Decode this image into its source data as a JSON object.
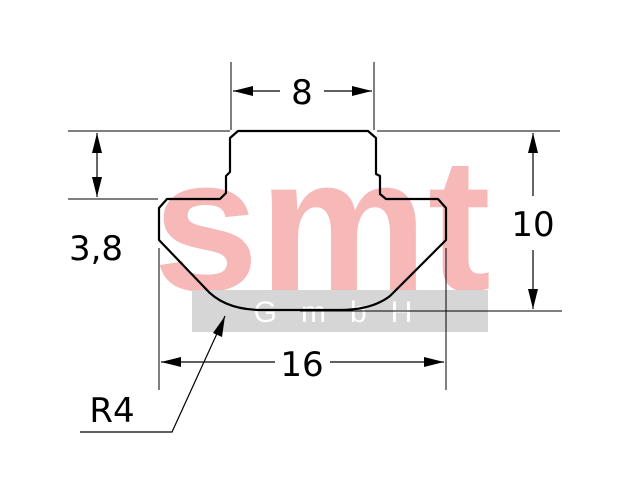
{
  "watermark": {
    "brand": "smt",
    "sub": "GmbH",
    "brand_color": "#f7b8b8",
    "band_color": "#d6d6d6",
    "sub_color": "#ffffff"
  },
  "dimensions": {
    "top_width": "8",
    "neck_height": "3,8",
    "total_height": "10",
    "total_width": "16",
    "radius": "R4"
  },
  "colors": {
    "line": "#000000",
    "background": "#ffffff"
  }
}
